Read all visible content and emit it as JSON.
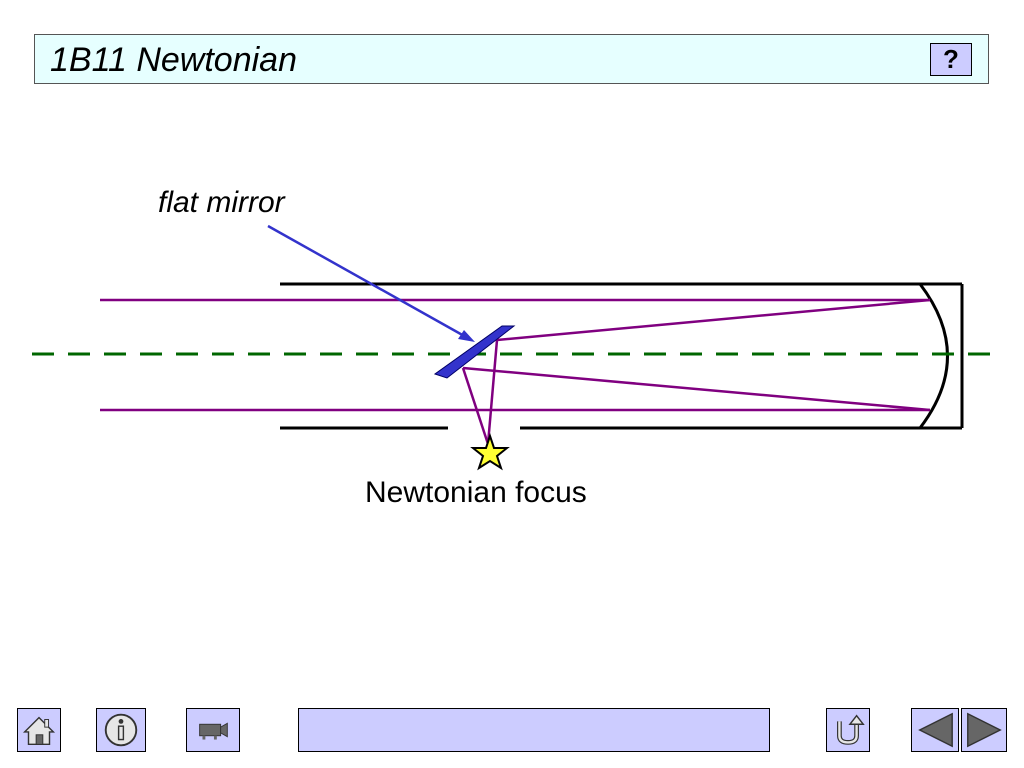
{
  "title": "1B11 Newtonian",
  "help_button": {
    "label": "?"
  },
  "diagram": {
    "labels": {
      "flat_mirror": "flat mirror",
      "focus": "Newtonian focus"
    },
    "colors": {
      "ray": "#800080",
      "axis": "#006600",
      "mirror": "#3333cc",
      "pointer": "#3333cc",
      "star": "#ffff33",
      "tube": "#000000"
    }
  },
  "nav": {
    "buttons": [
      "home-icon",
      "info-icon",
      "camera-icon",
      "progress-bar",
      "return-icon",
      "previous-icon",
      "next-icon"
    ],
    "colors": {
      "button_fill": "#ccccff",
      "icon": "#666666"
    }
  }
}
